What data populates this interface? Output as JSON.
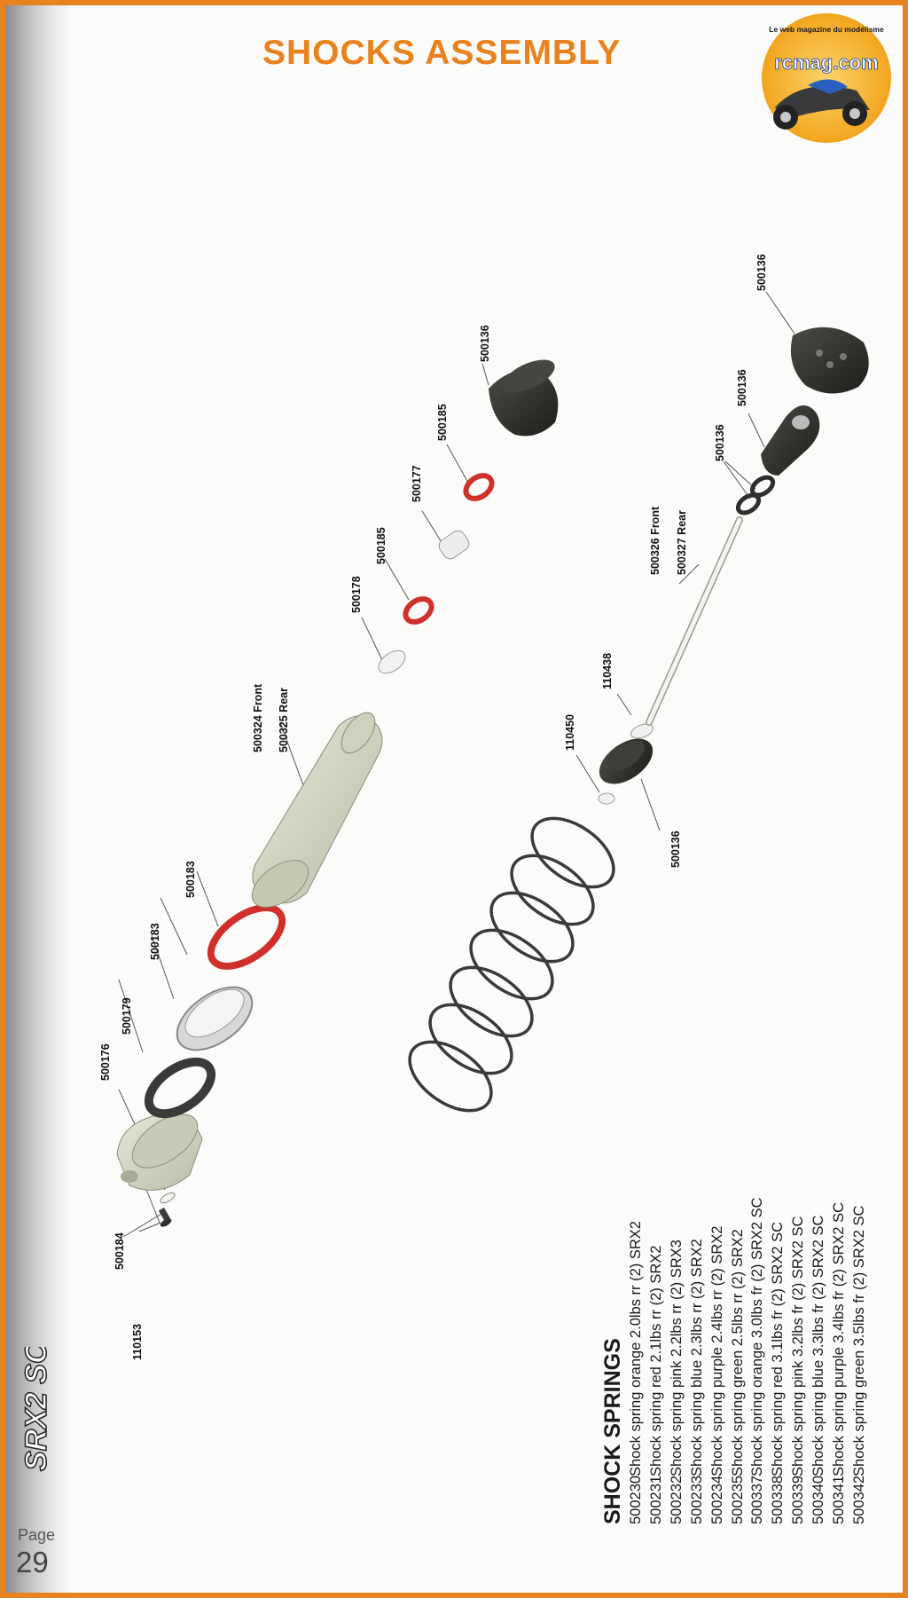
{
  "title": "SHOCKS ASSEMBLY",
  "page_label": "Page",
  "page_number": "29",
  "brand_logo": {
    "text": "SRX2 SC",
    "icon": "srx2-sc-logo"
  },
  "watermark": {
    "domain": "rcmag.com",
    "tagline": "Le web magazine du modélisme",
    "icon": "rcmag-buggy-logo"
  },
  "callouts": {
    "c110153": "110153",
    "c500184": "500184",
    "c500176": "500176",
    "c500179": "500179",
    "c500183a": "500183",
    "c500183b": "500183",
    "c500324": "500324 Front",
    "c500325": "500325 Rear",
    "c500178": "500178",
    "c500185a": "500185",
    "c500177": "500177",
    "c500185b": "500185",
    "c500136top": "500136",
    "c110450": "110450",
    "c110438": "110438",
    "c500136piston": "500136",
    "c500326": "500326 Front",
    "c500327": "500327 Rear",
    "c500136washers": "500136",
    "c500136end": "500136",
    "c500136cap": "500136"
  },
  "springs": {
    "heading": "SHOCK SPRINGS",
    "rows": [
      {
        "part": "500230",
        "desc": "Shock spring orange 2.0lbs rr (2) SRX2"
      },
      {
        "part": "500231",
        "desc": "Shock spring red 2.1lbs rr (2) SRX2"
      },
      {
        "part": "500232",
        "desc": "Shock spring pink 2.2lbs rr (2) SRX3"
      },
      {
        "part": "500233",
        "desc": "Shock spring blue 2.3lbs rr (2) SRX2"
      },
      {
        "part": "500234",
        "desc": "Shock spring purple 2.4lbs rr (2) SRX2"
      },
      {
        "part": "500235",
        "desc": "Shock spring green 2.5lbs rr (2) SRX2"
      },
      {
        "part": "500337",
        "desc": "Shock spring orange 3.0lbs fr (2) SRX2 SC"
      },
      {
        "part": "500338",
        "desc": "Shock spring red 3.1lbs fr (2) SRX2 SC"
      },
      {
        "part": "500339",
        "desc": "Shock spring pink 3.2lbs fr (2) SRX2 SC"
      },
      {
        "part": "500340",
        "desc": "Shock spring blue 3.3lbs fr (2) SRX2 SC"
      },
      {
        "part": "500341",
        "desc": "Shock spring purple 3.4lbs fr (2) SRX2 SC"
      },
      {
        "part": "500342",
        "desc": "Shock spring green 3.5lbs fr (2) SRX2 SC"
      }
    ]
  },
  "colors": {
    "accent": "#e8821e",
    "red_oring": "#d0302a",
    "body_part": "#d6d8c6",
    "dark_part": "#2e2e2c"
  }
}
